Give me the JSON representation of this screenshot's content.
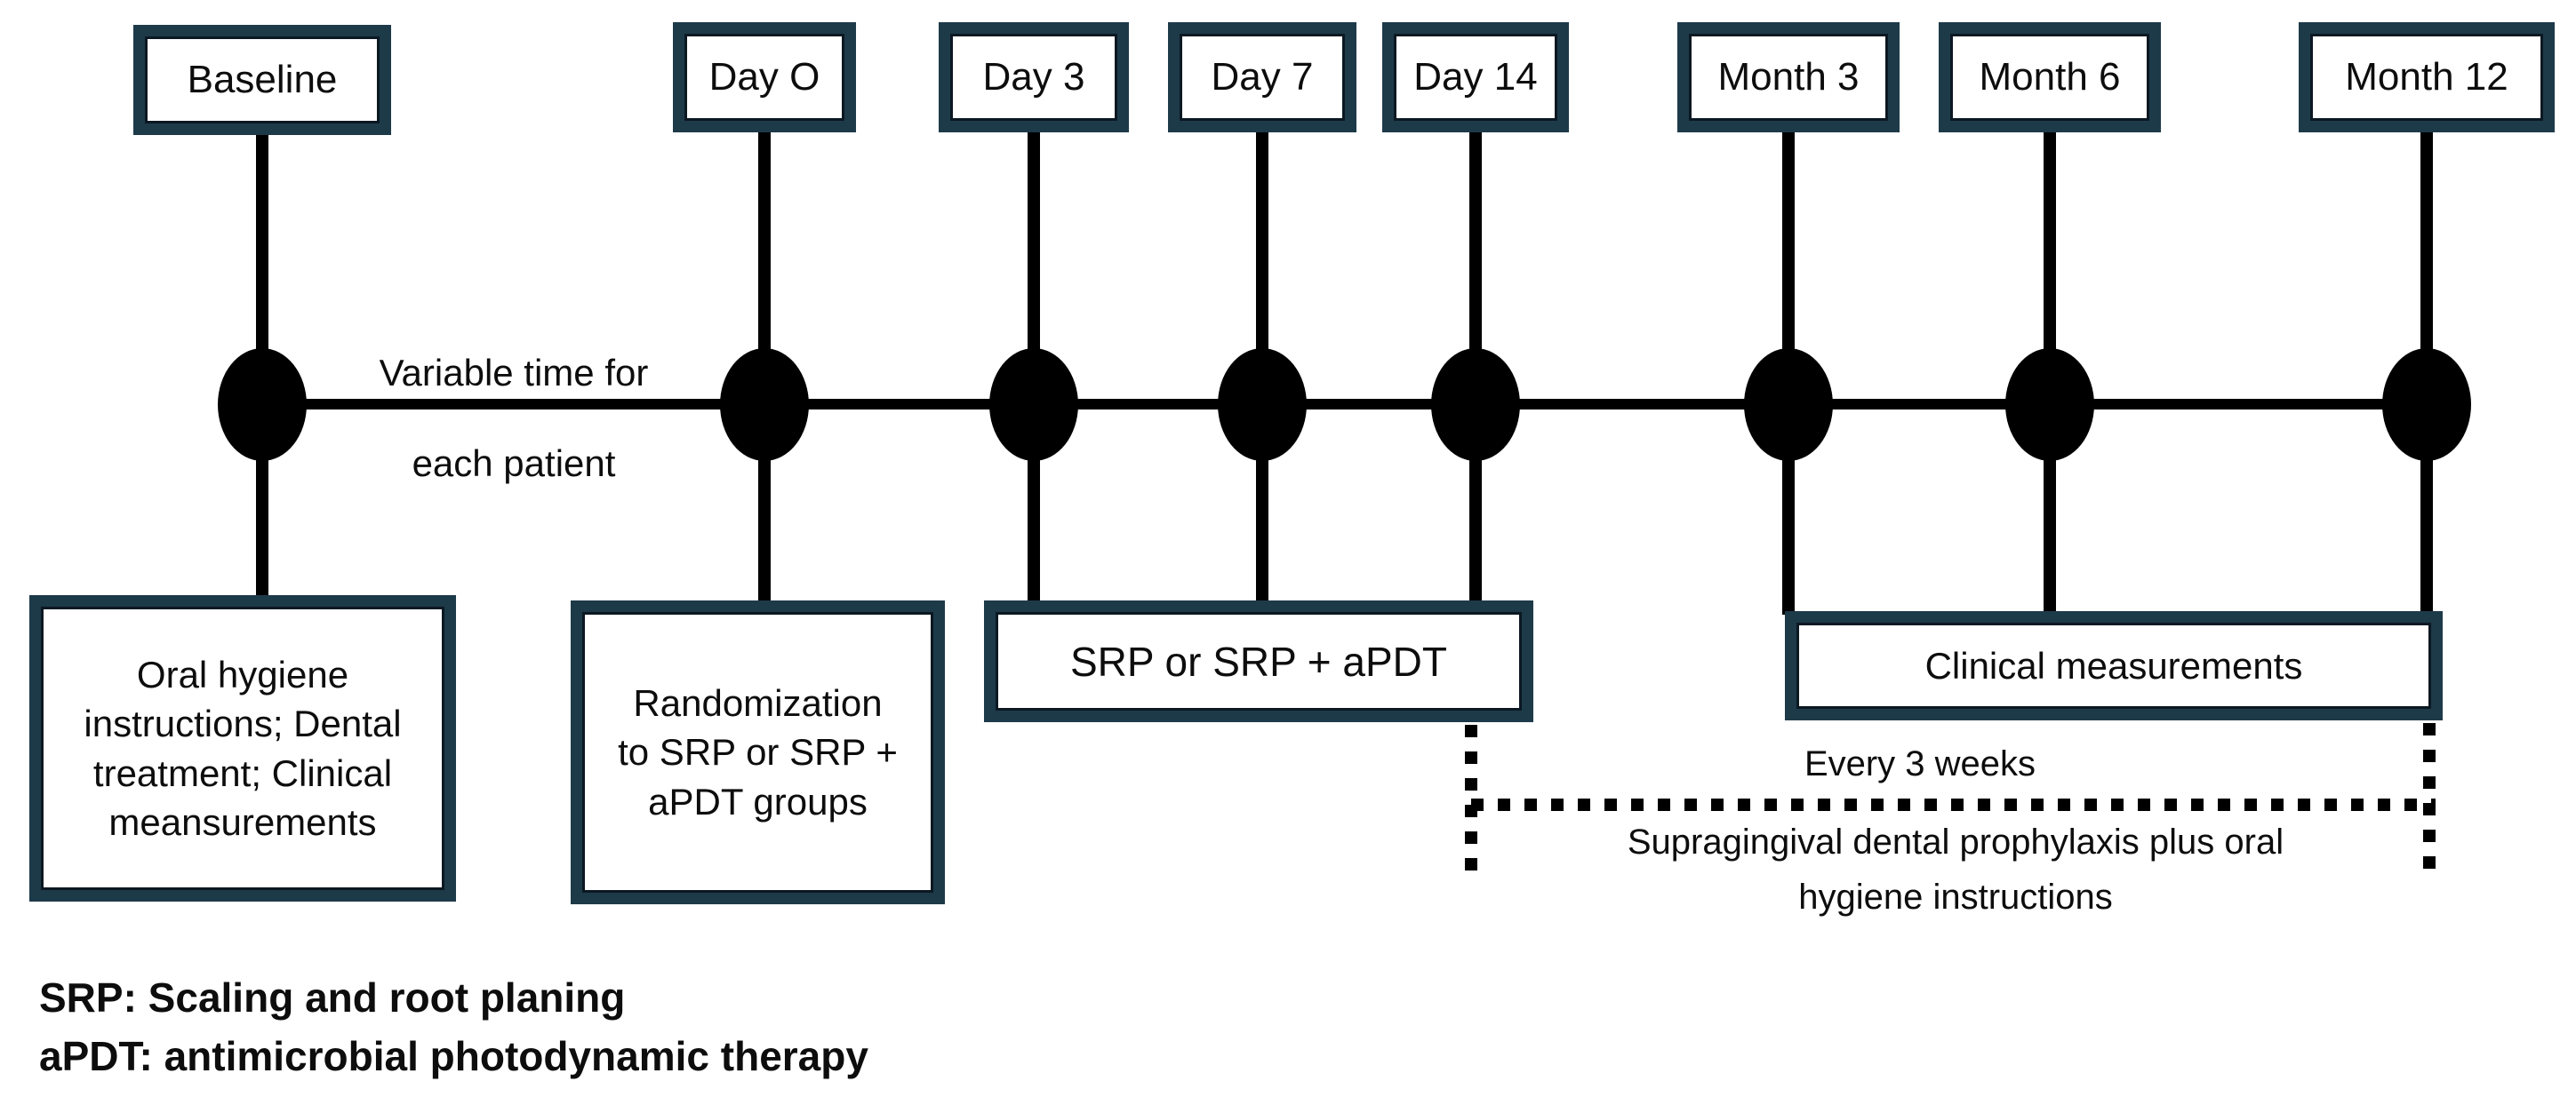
{
  "timeline": {
    "points": [
      {
        "label": "Baseline"
      },
      {
        "label": "Day O"
      },
      {
        "label": "Day 3"
      },
      {
        "label": "Day 7"
      },
      {
        "label": "Day 14"
      },
      {
        "label": "Month 3"
      },
      {
        "label": "Month 6"
      },
      {
        "label": "Month 12"
      }
    ],
    "note_line1": "Variable time for",
    "note_line2": "each patient"
  },
  "boxes": {
    "baseline_actions_lines": [
      "Oral hygiene",
      "instructions; Dental",
      "treatment; Clinical",
      "meansurements"
    ],
    "randomization_lines": [
      "Randomization",
      "to SRP or SRP +",
      "aPDT groups"
    ],
    "treatment": "SRP or SRP + aPDT",
    "clinical_measurements": "Clinical measurements"
  },
  "maintenance": {
    "interval": "Every 3 weeks",
    "description_line1": "Supragingival dental prophylaxis plus oral",
    "description_line2": "hygiene instructions"
  },
  "legend": {
    "line1": "SRP: Scaling and root planing",
    "line2": "aPDT: antimicrobial photodynamic therapy"
  },
  "colors": {
    "frame": "#1d3a49",
    "ink": "#0d0d0d"
  }
}
